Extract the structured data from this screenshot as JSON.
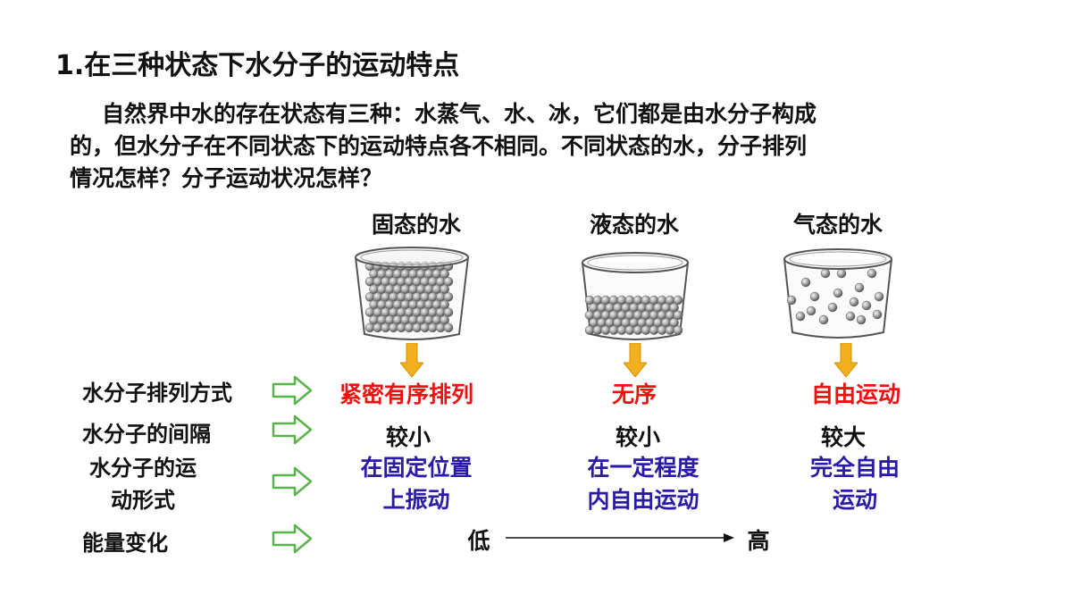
{
  "title": "1.在三种状态下水分子的运动特点",
  "paragraph": {
    "line1": "自然界中水的存在状态有三种：水蒸气、水、冰，它们都是由水分子构成",
    "line2": "的，但水分子在不同状态下的运动特点各不相同。不同状态的水，分子排列",
    "line3": "情况怎样？分子运动状况怎样？"
  },
  "states": [
    {
      "label": "固态的水"
    },
    {
      "label": "液态的水"
    },
    {
      "label": "气态的水"
    }
  ],
  "rows": {
    "arrangement": {
      "label": "水分子排列方式",
      "values": [
        "紧密有序排列",
        "无序",
        "自由运动"
      ]
    },
    "spacing": {
      "label": "水分子的间隔",
      "values": [
        "较小",
        "较小",
        "较大"
      ]
    },
    "motion": {
      "label_line1": "水分子的运",
      "label_line2": "动形式",
      "values": [
        {
          "line1": "在固定位置",
          "line2": "上振动"
        },
        {
          "line1": "在一定程度",
          "line2": "内自由运动"
        },
        {
          "line1": "完全自由",
          "line2": "运动"
        }
      ]
    },
    "energy": {
      "label": "能量变化",
      "low": "低",
      "high": "高"
    }
  },
  "colors": {
    "arrangement_text": "#ee1111",
    "motion_text": "#2a1aa6",
    "down_arrow": "#f2b01e",
    "hollow_arrow": "#5ab24a"
  }
}
